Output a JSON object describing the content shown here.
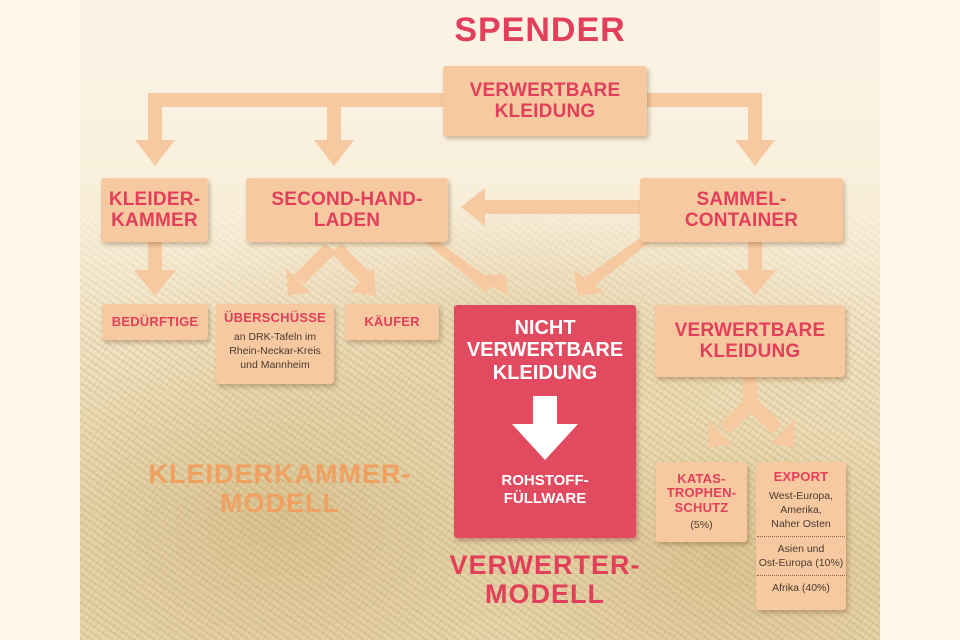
{
  "colors": {
    "accent_red": "#e2405a",
    "box_fill": "#f7c9a1",
    "red_box_fill": "#e24b5f",
    "orange_heading": "#f0a060",
    "arrow_fill": "#f7c9a1"
  },
  "title": "SPENDER",
  "top_box": {
    "line1": "VERWERTBARE",
    "line2": "KLEIDUNG"
  },
  "nodes": {
    "kleiderkammer": {
      "line1": "KLEIDER-",
      "line2": "KAMMER"
    },
    "second_hand": {
      "line1": "SECOND-HAND-",
      "line2": "LADEN"
    },
    "sammel": {
      "line1": "SAMMEL-",
      "line2": "CONTAINER"
    },
    "beduerftige": {
      "label": "BEDÜRFTIGE"
    },
    "ueberschuesse": {
      "label": "ÜBERSCHÜSSE",
      "desc1": "an DRK-Tafeln im",
      "desc2": "Rhein-Neckar-Kreis",
      "desc3": "und Mannheim"
    },
    "kaeufer": {
      "label": "KÄUFER"
    },
    "nicht_verwertbar": {
      "line1": "NICHT",
      "line2": "VERWERTBARE",
      "line3": "KLEIDUNG",
      "arrow_icon": "down-arrow-icon",
      "result1": "ROHSTOFF-",
      "result2": "FÜLLWARE"
    },
    "verwertbar": {
      "line1": "VERWERTBARE",
      "line2": "KLEIDUNG"
    },
    "katastrophen": {
      "line1": "KATAS-",
      "line2": "TROPHEN-",
      "line3": "SCHUTZ",
      "share": "(5%)"
    },
    "export": {
      "label": "EXPORT",
      "group1": [
        "West-Europa,",
        "Amerika,",
        "Naher Osten"
      ],
      "group2": [
        "Asien und",
        "Ost-Europa (10%)"
      ],
      "group3": [
        "Afrika (40%)"
      ]
    }
  },
  "models": {
    "kleiderkammer": {
      "line1": "KLEIDERKAMMER-",
      "line2": "MODELL"
    },
    "verwerter": {
      "line1": "VERWERTER-",
      "line2": "MODELL"
    }
  }
}
